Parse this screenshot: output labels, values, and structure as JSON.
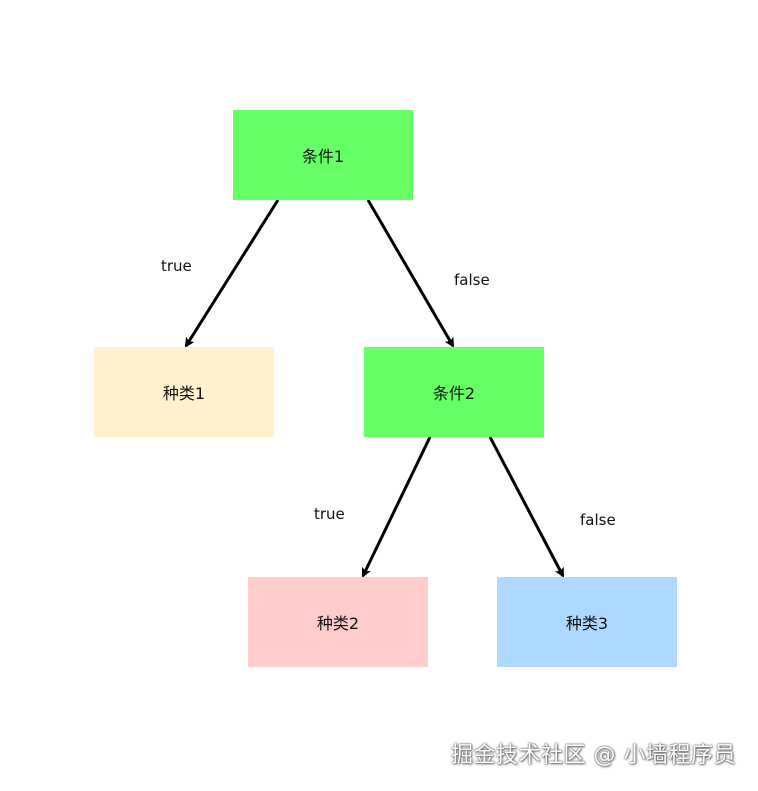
{
  "colors": {
    "condition": "#66ff66",
    "category1": "#fff2cc",
    "category2": "#ffcccc",
    "category3": "#add8ff",
    "arrow": "#000000"
  },
  "nodes": {
    "condition1": "条件1",
    "condition2": "条件2",
    "category1": "种类1",
    "category2": "种类2",
    "category3": "种类3"
  },
  "edges": {
    "c1_true": "true",
    "c1_false": "false",
    "c2_true": "true",
    "c2_false": "false"
  },
  "watermark": "掘金技术社区 @ 小墙程序员"
}
